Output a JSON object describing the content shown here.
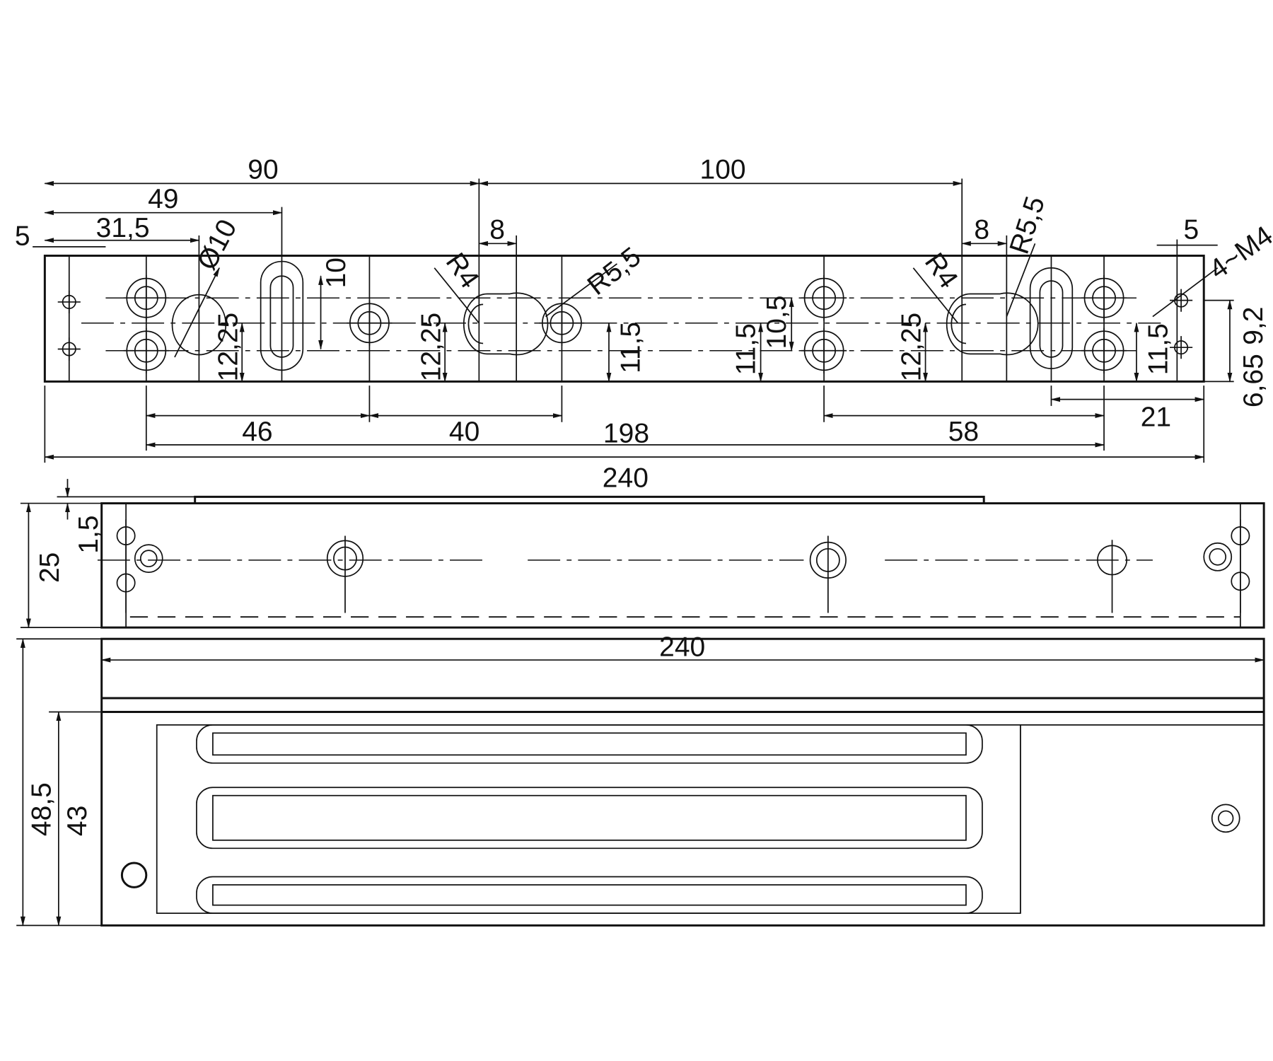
{
  "drawing": {
    "top_view": {
      "dims": {
        "d90": "90",
        "d100": "100",
        "d49": "49",
        "d31_5": "31,5",
        "d5_left": "5",
        "d5_right": "5",
        "d8_left": "8",
        "d8_right": "8",
        "phi10": "Ø10",
        "r4_left": "R4",
        "r5_5_left": "R5,5",
        "r4_right": "R4",
        "r5_5_right": "R5,5",
        "m4": "4~M4",
        "d10": "10",
        "d12_25_a": "12,25",
        "d12_25_b": "12,25",
        "d12_25_c": "12,25",
        "d11_5_a": "11,5",
        "d11_5_b": "11,5",
        "d10_5": "10,5",
        "d11_5_c": "11,5",
        "d9_2": "9,2",
        "d6_65": "6,65",
        "d46": "46",
        "d40": "40",
        "d198": "198",
        "d58": "58",
        "d21": "21",
        "d240": "240"
      }
    },
    "side_view": {
      "dims": {
        "d240": "240",
        "d25": "25",
        "d1_5": "1,5"
      }
    },
    "front_view": {
      "dims": {
        "d48_5": "48,5",
        "d43": "43"
      }
    }
  }
}
